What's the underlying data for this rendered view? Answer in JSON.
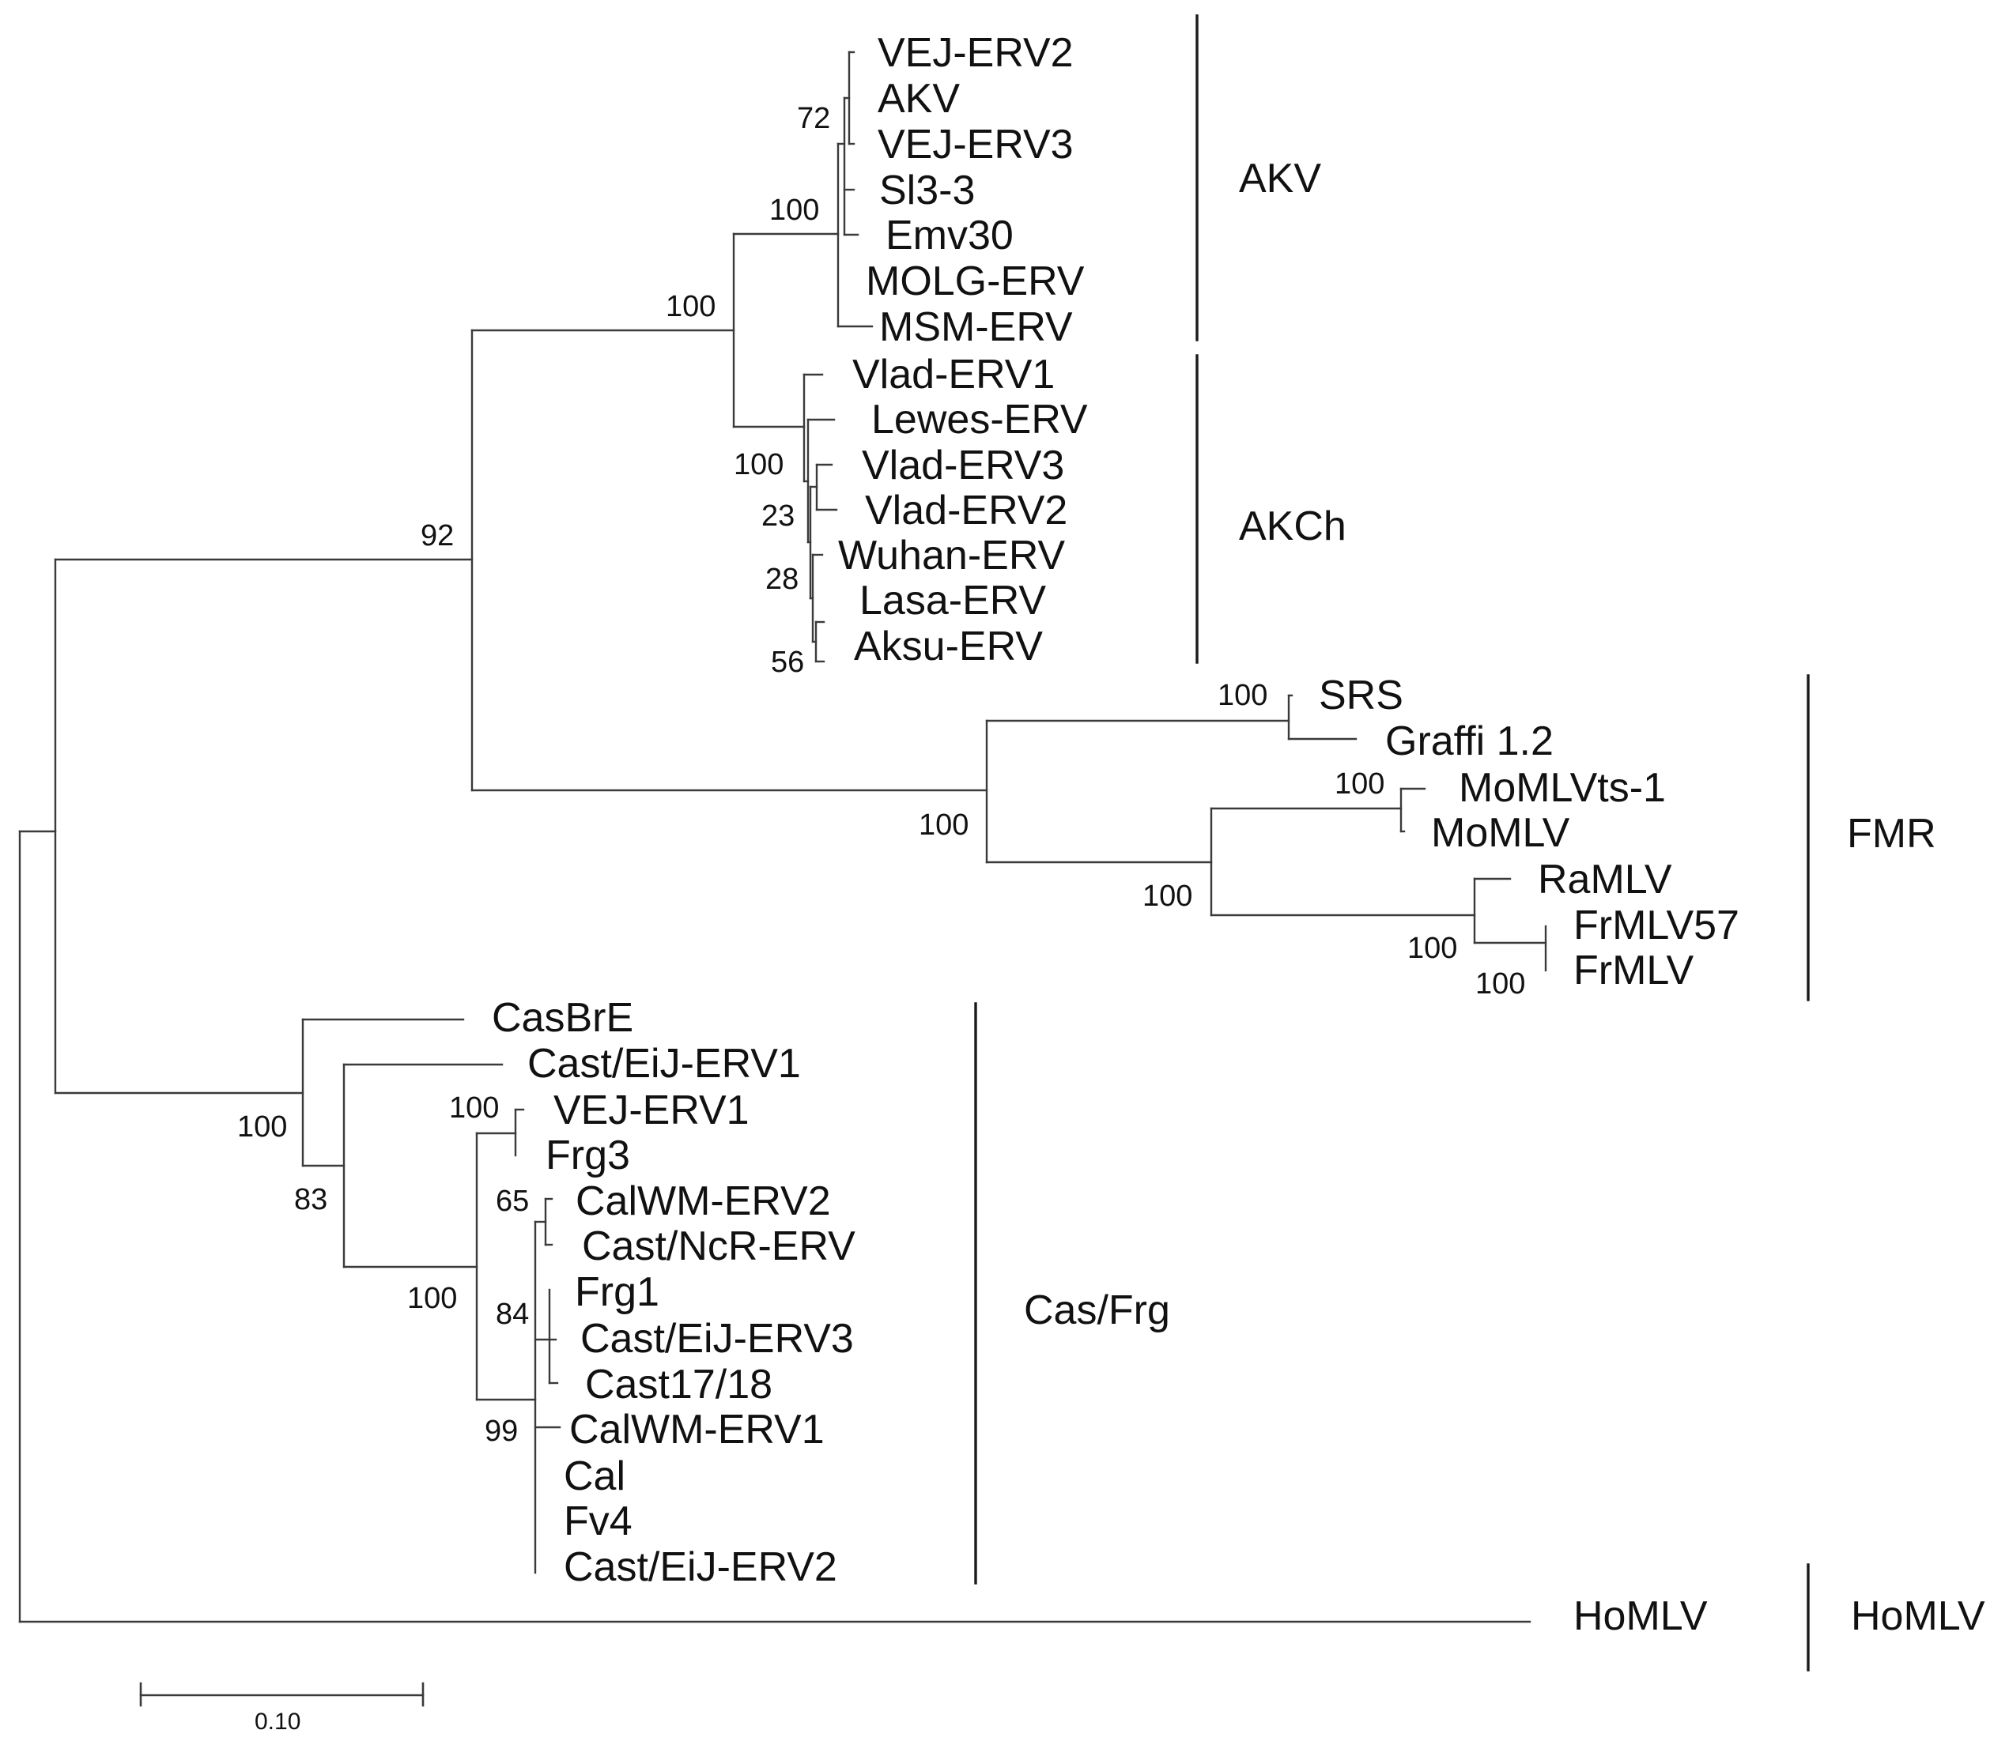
{
  "leaves": [
    "VEJ-ERV2",
    "AKV",
    "VEJ-ERV3",
    "Sl3-3",
    "Emv30",
    "MOLG-ERV",
    "MSM-ERV",
    "Vlad-ERV1",
    "Lewes-ERV",
    "Vlad-ERV3",
    "Vlad-ERV2",
    "Wuhan-ERV",
    "Lasa-ERV",
    "Aksu-ERV",
    "SRS",
    "Graffi 1.2",
    "MoMLVts-1",
    "MoMLV",
    "RaMLV",
    "FrMLV57",
    "FrMLV",
    "CasBrE",
    "Cast/EiJ-ERV1",
    "VEJ-ERV1",
    "Frg3",
    "CalWM-ERV2",
    "Cast/NcR-ERV",
    "Frg1",
    "Cast/EiJ-ERV3",
    "Cast17/18",
    "CalWM-ERV1",
    "Cal",
    "Fv4",
    "Cast/EiJ-ERV2",
    "HoMLV"
  ],
  "bootstrap": [
    "72",
    "100",
    "100",
    "100",
    "23",
    "28",
    "56",
    "92",
    "100",
    "100",
    "100",
    "100",
    "100",
    "100",
    "100",
    "100",
    "83",
    "100",
    "65",
    "84",
    "99"
  ],
  "clades": [
    "AKV",
    "AKCh",
    "FMR",
    "Cas/Frg",
    "HoMLV"
  ],
  "scale": {
    "label": "0.10",
    "value": 0.1
  }
}
